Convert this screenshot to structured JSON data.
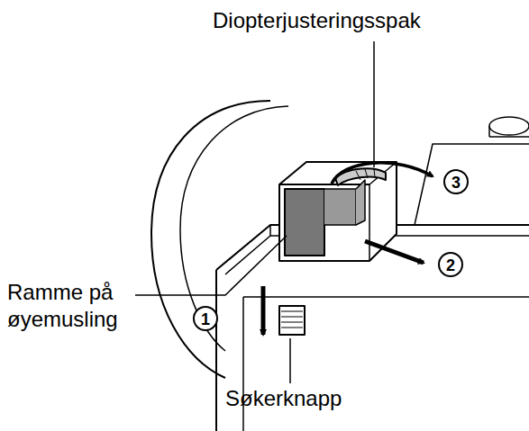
{
  "diagram": {
    "labels": [
      "Diopterjusteringsspak",
      "3",
      "2",
      "Ramme på øyemusling",
      "1",
      "Søkerknapp"
    ]
  }
}
